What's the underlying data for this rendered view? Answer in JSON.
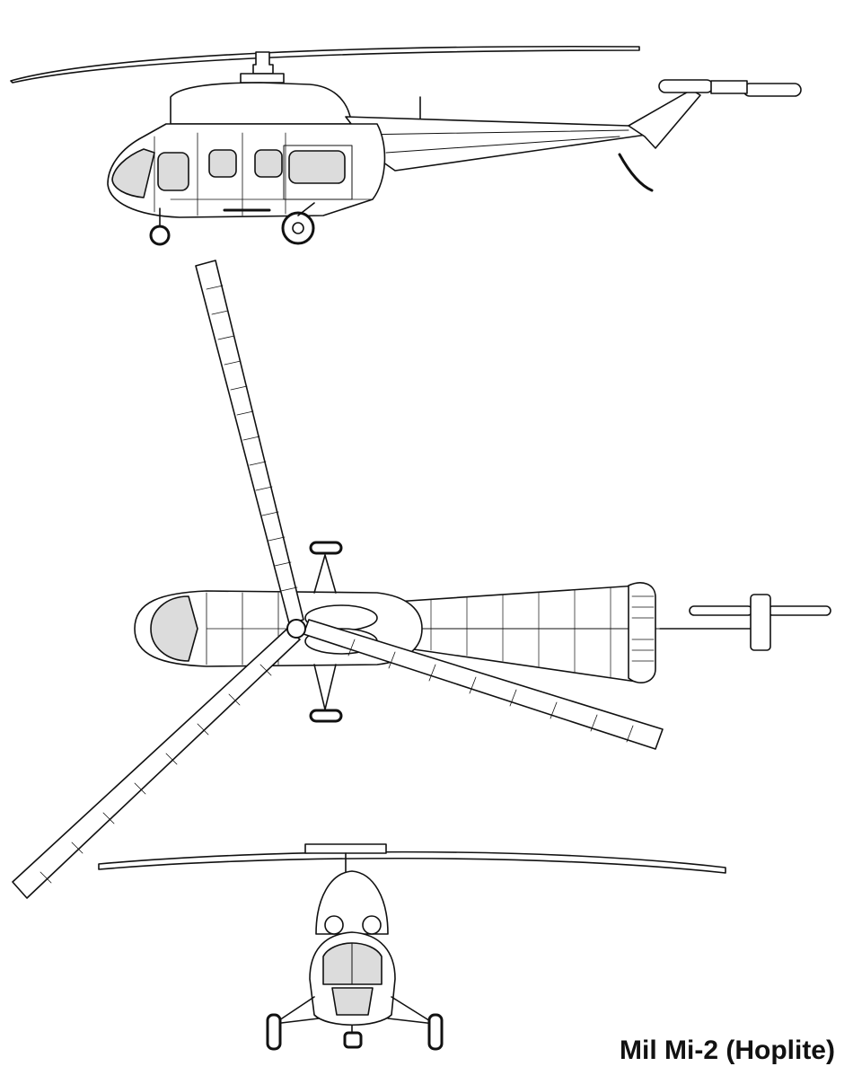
{
  "caption": "Mil Mi-2 (Hoplite)",
  "colors": {
    "line": "#111111",
    "glass": "#dcdcdc",
    "background": "#ffffff"
  },
  "views": [
    "side-view",
    "top-view",
    "front-view"
  ]
}
